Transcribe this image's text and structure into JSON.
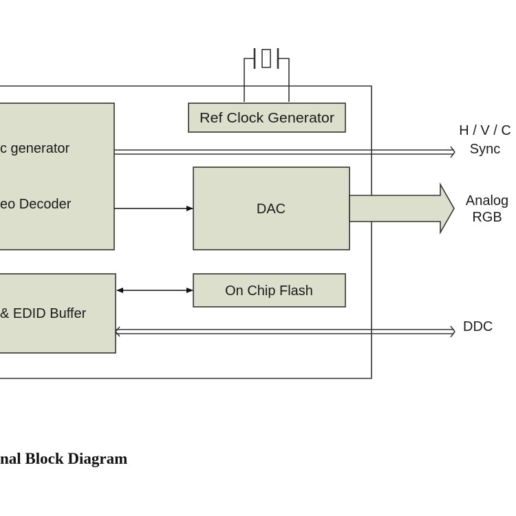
{
  "colors": {
    "block_fill": "#dcdfcb",
    "line": "#333333",
    "background": "#ffffff"
  },
  "blocks": {
    "ref_clock": "Ref Clock Generator",
    "sync_generator": "c generator",
    "video_decoder": "eo Decoder",
    "dac": "DAC",
    "on_chip_flash": "On Chip Flash",
    "edid_buffer": "& EDID Buffer"
  },
  "outputs": {
    "sync_line1": "H / V / C",
    "sync_line2": "Sync",
    "rgb_line1": "Analog",
    "rgb_line2": "RGB",
    "ddc": "DDC"
  },
  "icons": {
    "crystal": "crystal-oscillator-icon"
  },
  "caption": "nal Block Diagram"
}
